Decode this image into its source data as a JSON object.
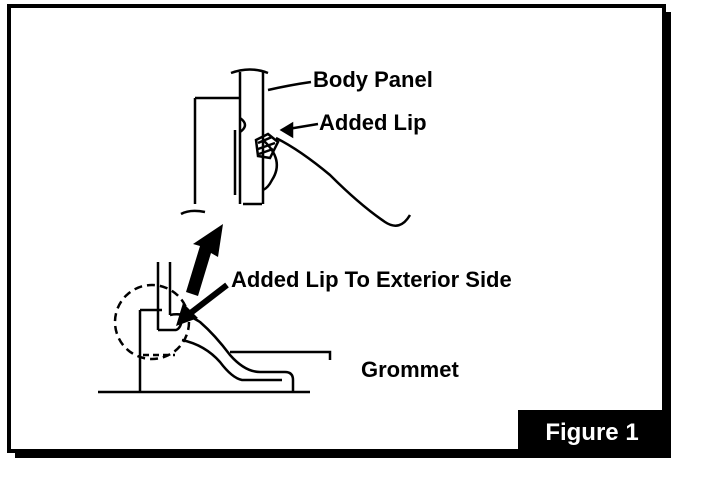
{
  "labels": {
    "body_panel": "Body Panel",
    "added_lip": "Added Lip",
    "added_lip_exterior": "Added Lip To Exterior Side",
    "grommet": "Grommet"
  },
  "badge": {
    "text": "Figure 1",
    "background": "#000000",
    "color": "#ffffff"
  },
  "colors": {
    "line": "#000000",
    "background": "#ffffff"
  }
}
